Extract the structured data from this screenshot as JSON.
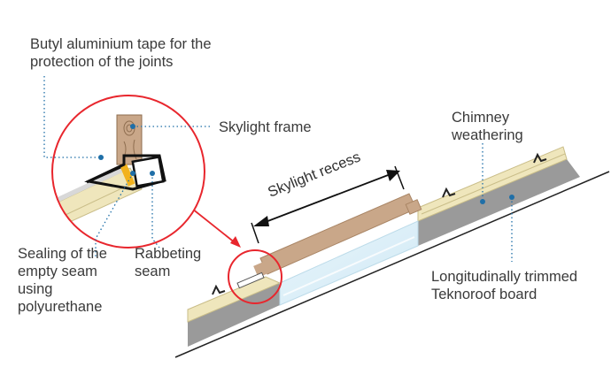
{
  "labels": {
    "butyl_tape": [
      "Butyl aluminium tape for the",
      "protection of the joints"
    ],
    "skylight_frame": "Skylight frame",
    "chimney_weathering": [
      "Chimney",
      "weathering"
    ],
    "skylight_recess": "Skylight recess",
    "sealing": [
      "Sealing of the",
      "empty seam",
      "using",
      "polyurethane"
    ],
    "rabbeting_seam": [
      "Rabbeting",
      "seam"
    ],
    "teknoroof_board": [
      "Longitudinally trimmed",
      "Teknoroof board"
    ]
  },
  "colors": {
    "callout_circle": "#e8262d",
    "leader_dots": "#1f6fa8",
    "insulation": "#efe6bc",
    "board": "#9a9a9a",
    "wood": "#c9a789",
    "glass": "#dceff8",
    "tape": "#f2b21d",
    "text": "#3a3a3a"
  }
}
